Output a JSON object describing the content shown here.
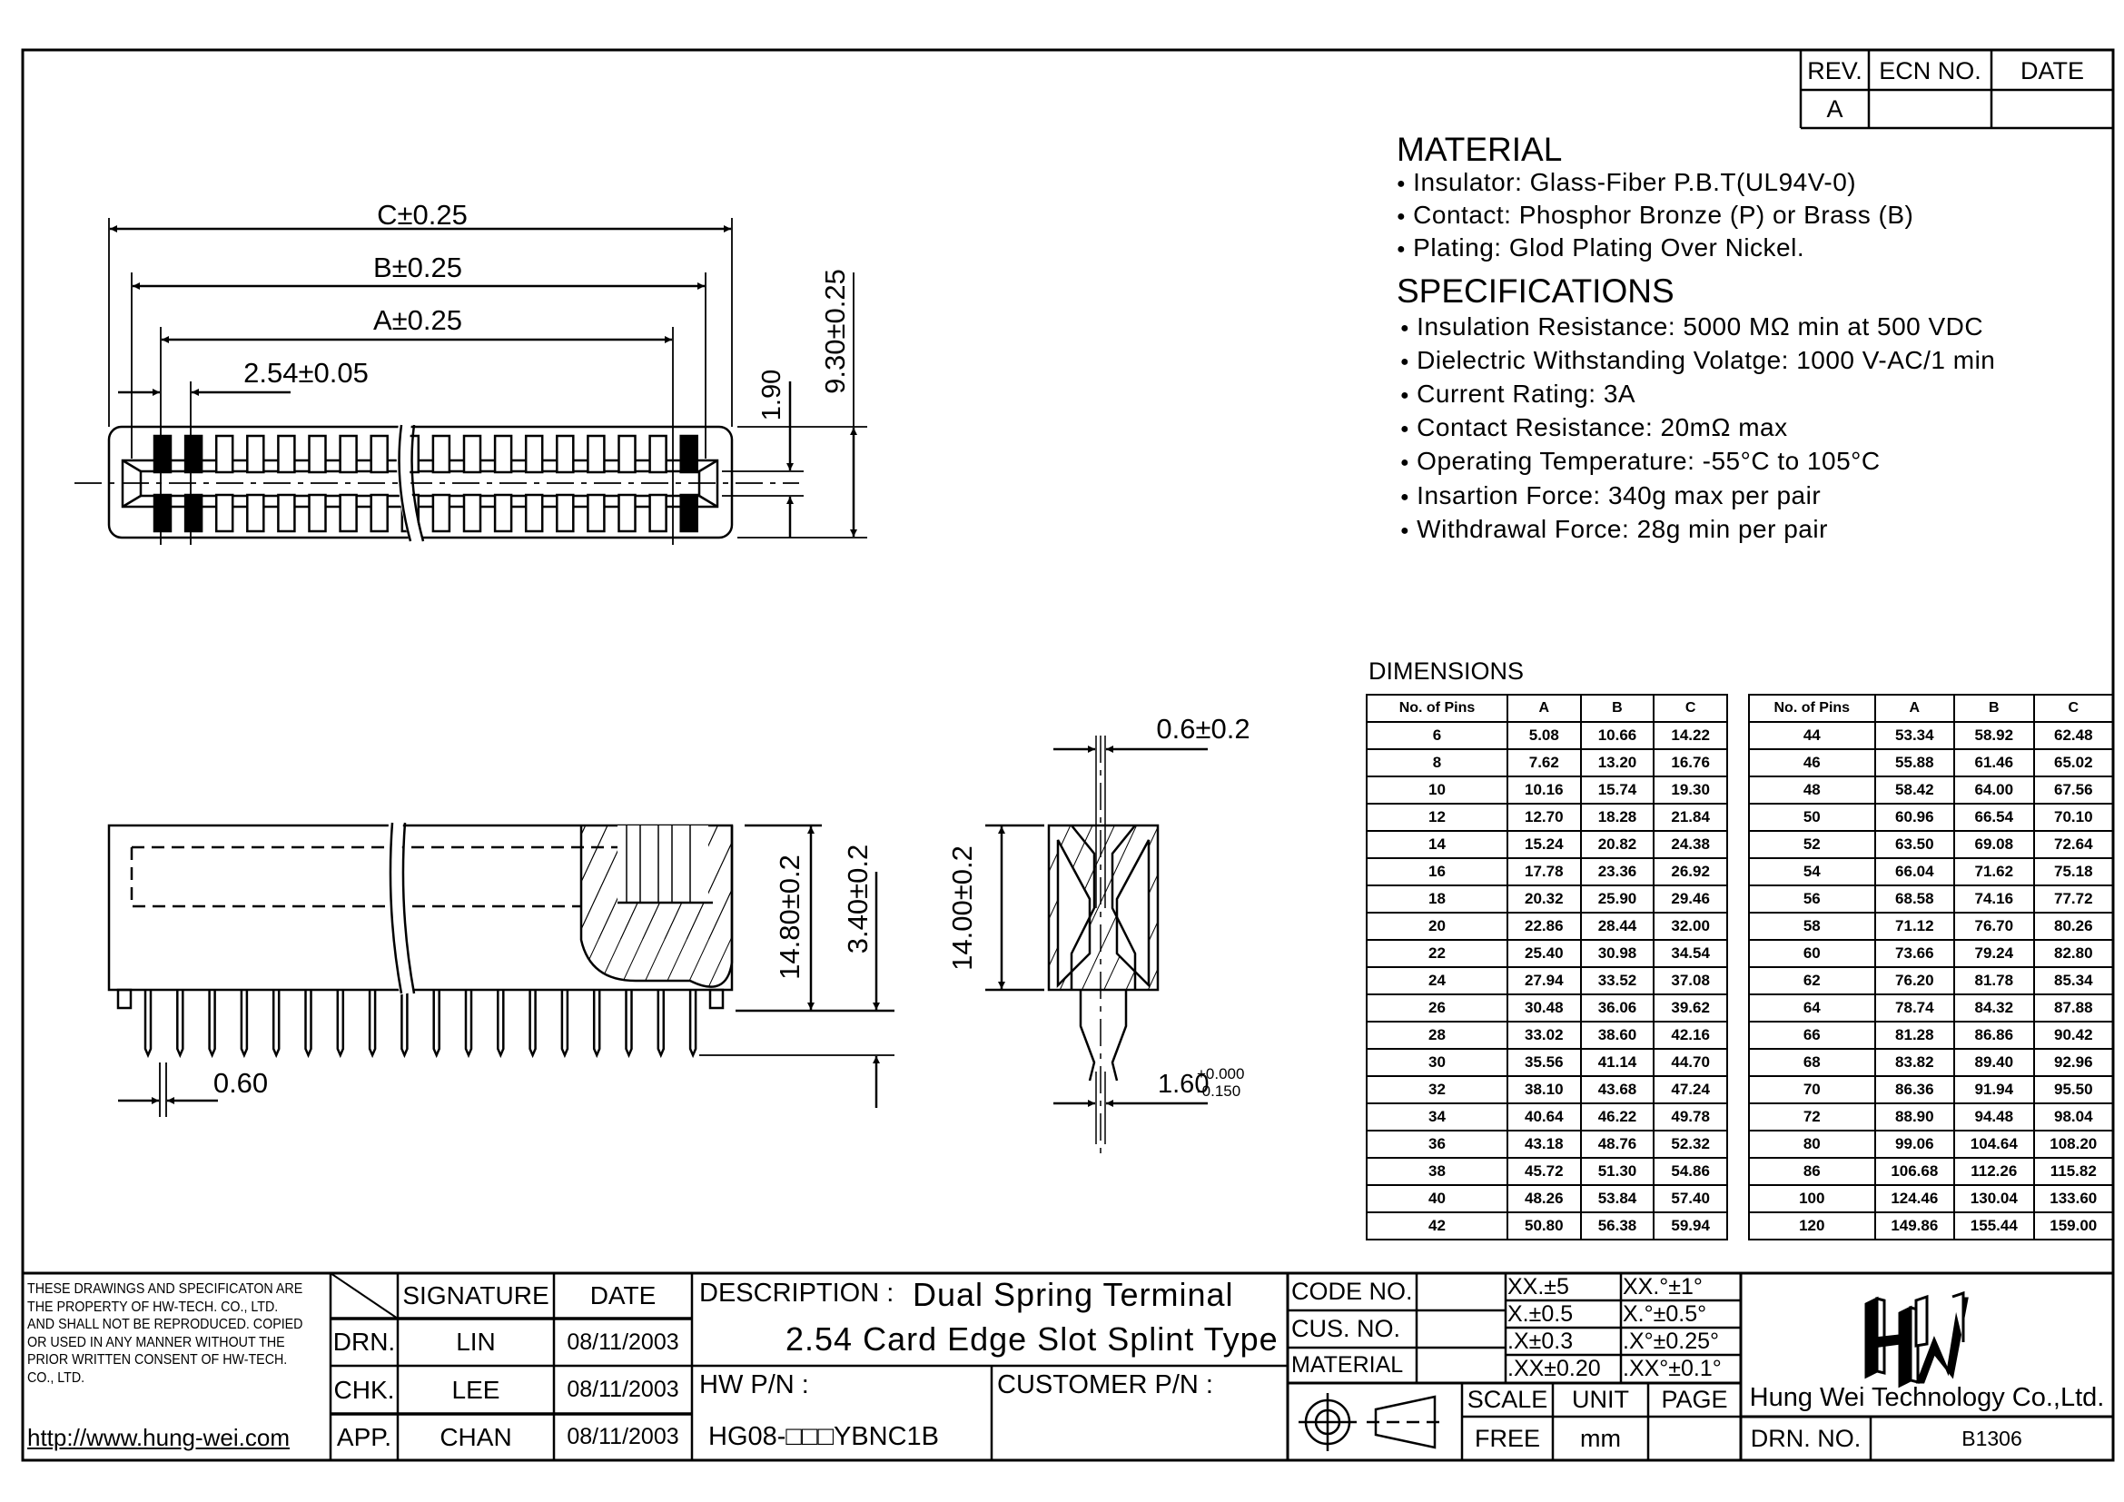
{
  "revision_block": {
    "headers": [
      "REV.",
      "ECN NO.",
      "DATE"
    ],
    "rev": "A"
  },
  "material": {
    "title": "MATERIAL",
    "items": [
      "Insulator:  Glass-Fiber P.B.T(UL94V-0)",
      "Contact:  Phosphor Bronze (P) or Brass (B)",
      "Plating:  Glod Plating Over Nickel."
    ]
  },
  "specifications": {
    "title": "SPECIFICATIONS",
    "items": [
      "Insulation Resistance:  5000 MΩ min at 500 VDC",
      "Dielectric Withstanding Volatge:  1000 V-AC/1 min",
      "Current Rating:  3A",
      "Contact Resistance:  20mΩ max",
      "Operating Temperature:  -55°C to 105°C",
      "Insartion Force:  340g max per pair",
      "Withdrawal Force:  28g min per pair"
    ]
  },
  "dimensions": {
    "title": "DIMENSIONS",
    "headers": [
      "No. of Pins",
      "A",
      "B",
      "C"
    ],
    "left_rows": [
      [
        "6",
        "5.08",
        "10.66",
        "14.22"
      ],
      [
        "8",
        "7.62",
        "13.20",
        "16.76"
      ],
      [
        "10",
        "10.16",
        "15.74",
        "19.30"
      ],
      [
        "12",
        "12.70",
        "18.28",
        "21.84"
      ],
      [
        "14",
        "15.24",
        "20.82",
        "24.38"
      ],
      [
        "16",
        "17.78",
        "23.36",
        "26.92"
      ],
      [
        "18",
        "20.32",
        "25.90",
        "29.46"
      ],
      [
        "20",
        "22.86",
        "28.44",
        "32.00"
      ],
      [
        "22",
        "25.40",
        "30.98",
        "34.54"
      ],
      [
        "24",
        "27.94",
        "33.52",
        "37.08"
      ],
      [
        "26",
        "30.48",
        "36.06",
        "39.62"
      ],
      [
        "28",
        "33.02",
        "38.60",
        "42.16"
      ],
      [
        "30",
        "35.56",
        "41.14",
        "44.70"
      ],
      [
        "32",
        "38.10",
        "43.68",
        "47.24"
      ],
      [
        "34",
        "40.64",
        "46.22",
        "49.78"
      ],
      [
        "36",
        "43.18",
        "48.76",
        "52.32"
      ],
      [
        "38",
        "45.72",
        "51.30",
        "54.86"
      ],
      [
        "40",
        "48.26",
        "53.84",
        "57.40"
      ],
      [
        "42",
        "50.80",
        "56.38",
        "59.94"
      ]
    ],
    "right_rows": [
      [
        "44",
        "53.34",
        "58.92",
        "62.48"
      ],
      [
        "46",
        "55.88",
        "61.46",
        "65.02"
      ],
      [
        "48",
        "58.42",
        "64.00",
        "67.56"
      ],
      [
        "50",
        "60.96",
        "66.54",
        "70.10"
      ],
      [
        "52",
        "63.50",
        "69.08",
        "72.64"
      ],
      [
        "54",
        "66.04",
        "71.62",
        "75.18"
      ],
      [
        "56",
        "68.58",
        "74.16",
        "77.72"
      ],
      [
        "58",
        "71.12",
        "76.70",
        "80.26"
      ],
      [
        "60",
        "73.66",
        "79.24",
        "82.80"
      ],
      [
        "62",
        "76.20",
        "81.78",
        "85.34"
      ],
      [
        "64",
        "78.74",
        "84.32",
        "87.88"
      ],
      [
        "66",
        "81.28",
        "86.86",
        "90.42"
      ],
      [
        "68",
        "83.82",
        "89.40",
        "92.96"
      ],
      [
        "70",
        "86.36",
        "91.94",
        "95.50"
      ],
      [
        "72",
        "88.90",
        "94.48",
        "98.04"
      ],
      [
        "80",
        "99.06",
        "104.64",
        "108.20"
      ],
      [
        "86",
        "106.68",
        "112.26",
        "115.82"
      ],
      [
        "100",
        "124.46",
        "130.04",
        "133.60"
      ],
      [
        "120",
        "149.86",
        "155.44",
        "159.00"
      ]
    ]
  },
  "drawing_labels": {
    "c_dim": "C±0.25",
    "b_dim": "B±0.25",
    "a_dim": "A±0.25",
    "pitch_dim": "2.54±0.05",
    "slot_dim": "1.90",
    "width_dim": "9.30±0.25",
    "height_dim": "14.80±0.2",
    "tail_dim": "3.40±0.2",
    "pin_width_dim": "0.60",
    "side_height_dim": "14.00±0.2",
    "contact_gap_dim": "0.6±0.2",
    "card_dim": "1.60",
    "card_tol_upper": "+0.000",
    "card_tol_lower": "-0.150"
  },
  "title_block": {
    "disclaimer": "THESE DRAWINGS AND SPECIFICATON ARE THE PROPERTY OF HW-TECH. CO., LTD. AND SHALL NOT BE REPRODUCED. COPIED OR USED IN ANY MANNER WITHOUT THE PRIOR WRITTEN CONSENT OF HW-TECH. CO., LTD.",
    "url": "http://www.hung-wei.com",
    "signature_header": "SIGNATURE",
    "date_header": "DATE",
    "rows": [
      {
        "role": "DRN.",
        "name": "LIN",
        "date": "08/11/2003"
      },
      {
        "role": "CHK.",
        "name": "LEE",
        "date": "08/11/2003"
      },
      {
        "role": "APP.",
        "name": "CHAN",
        "date": "08/11/2003"
      }
    ],
    "description_label": "DESCRIPTION :",
    "description_line1": "Dual Spring Terminal",
    "description_line2": "2.54 Card Edge Slot Splint Type",
    "hw_pn_label": "HW P/N :",
    "hw_pn": "HG08-□□□YBNC1B",
    "customer_pn_label": "CUSTOMER P/N :",
    "code_no_label": "CODE NO.",
    "cus_no_label": "CUS. NO.",
    "material_label": "MATERIAL",
    "tolerances": [
      [
        "XX.±5",
        "XX.°±1°"
      ],
      [
        "X.±0.5",
        "X.°±0.5°"
      ],
      [
        ".X±0.3",
        ".X°±0.25°"
      ],
      [
        ".XX±0.20",
        ".XX°±0.1°"
      ]
    ],
    "scale_label": "SCALE",
    "scale": "FREE",
    "unit_label": "UNIT",
    "unit": "mm",
    "page_label": "PAGE",
    "company": "Hung Wei Technology Co.,Ltd.",
    "logo_text": "HW",
    "drn_no_label": "DRN. NO.",
    "drn_no": "B1306"
  }
}
